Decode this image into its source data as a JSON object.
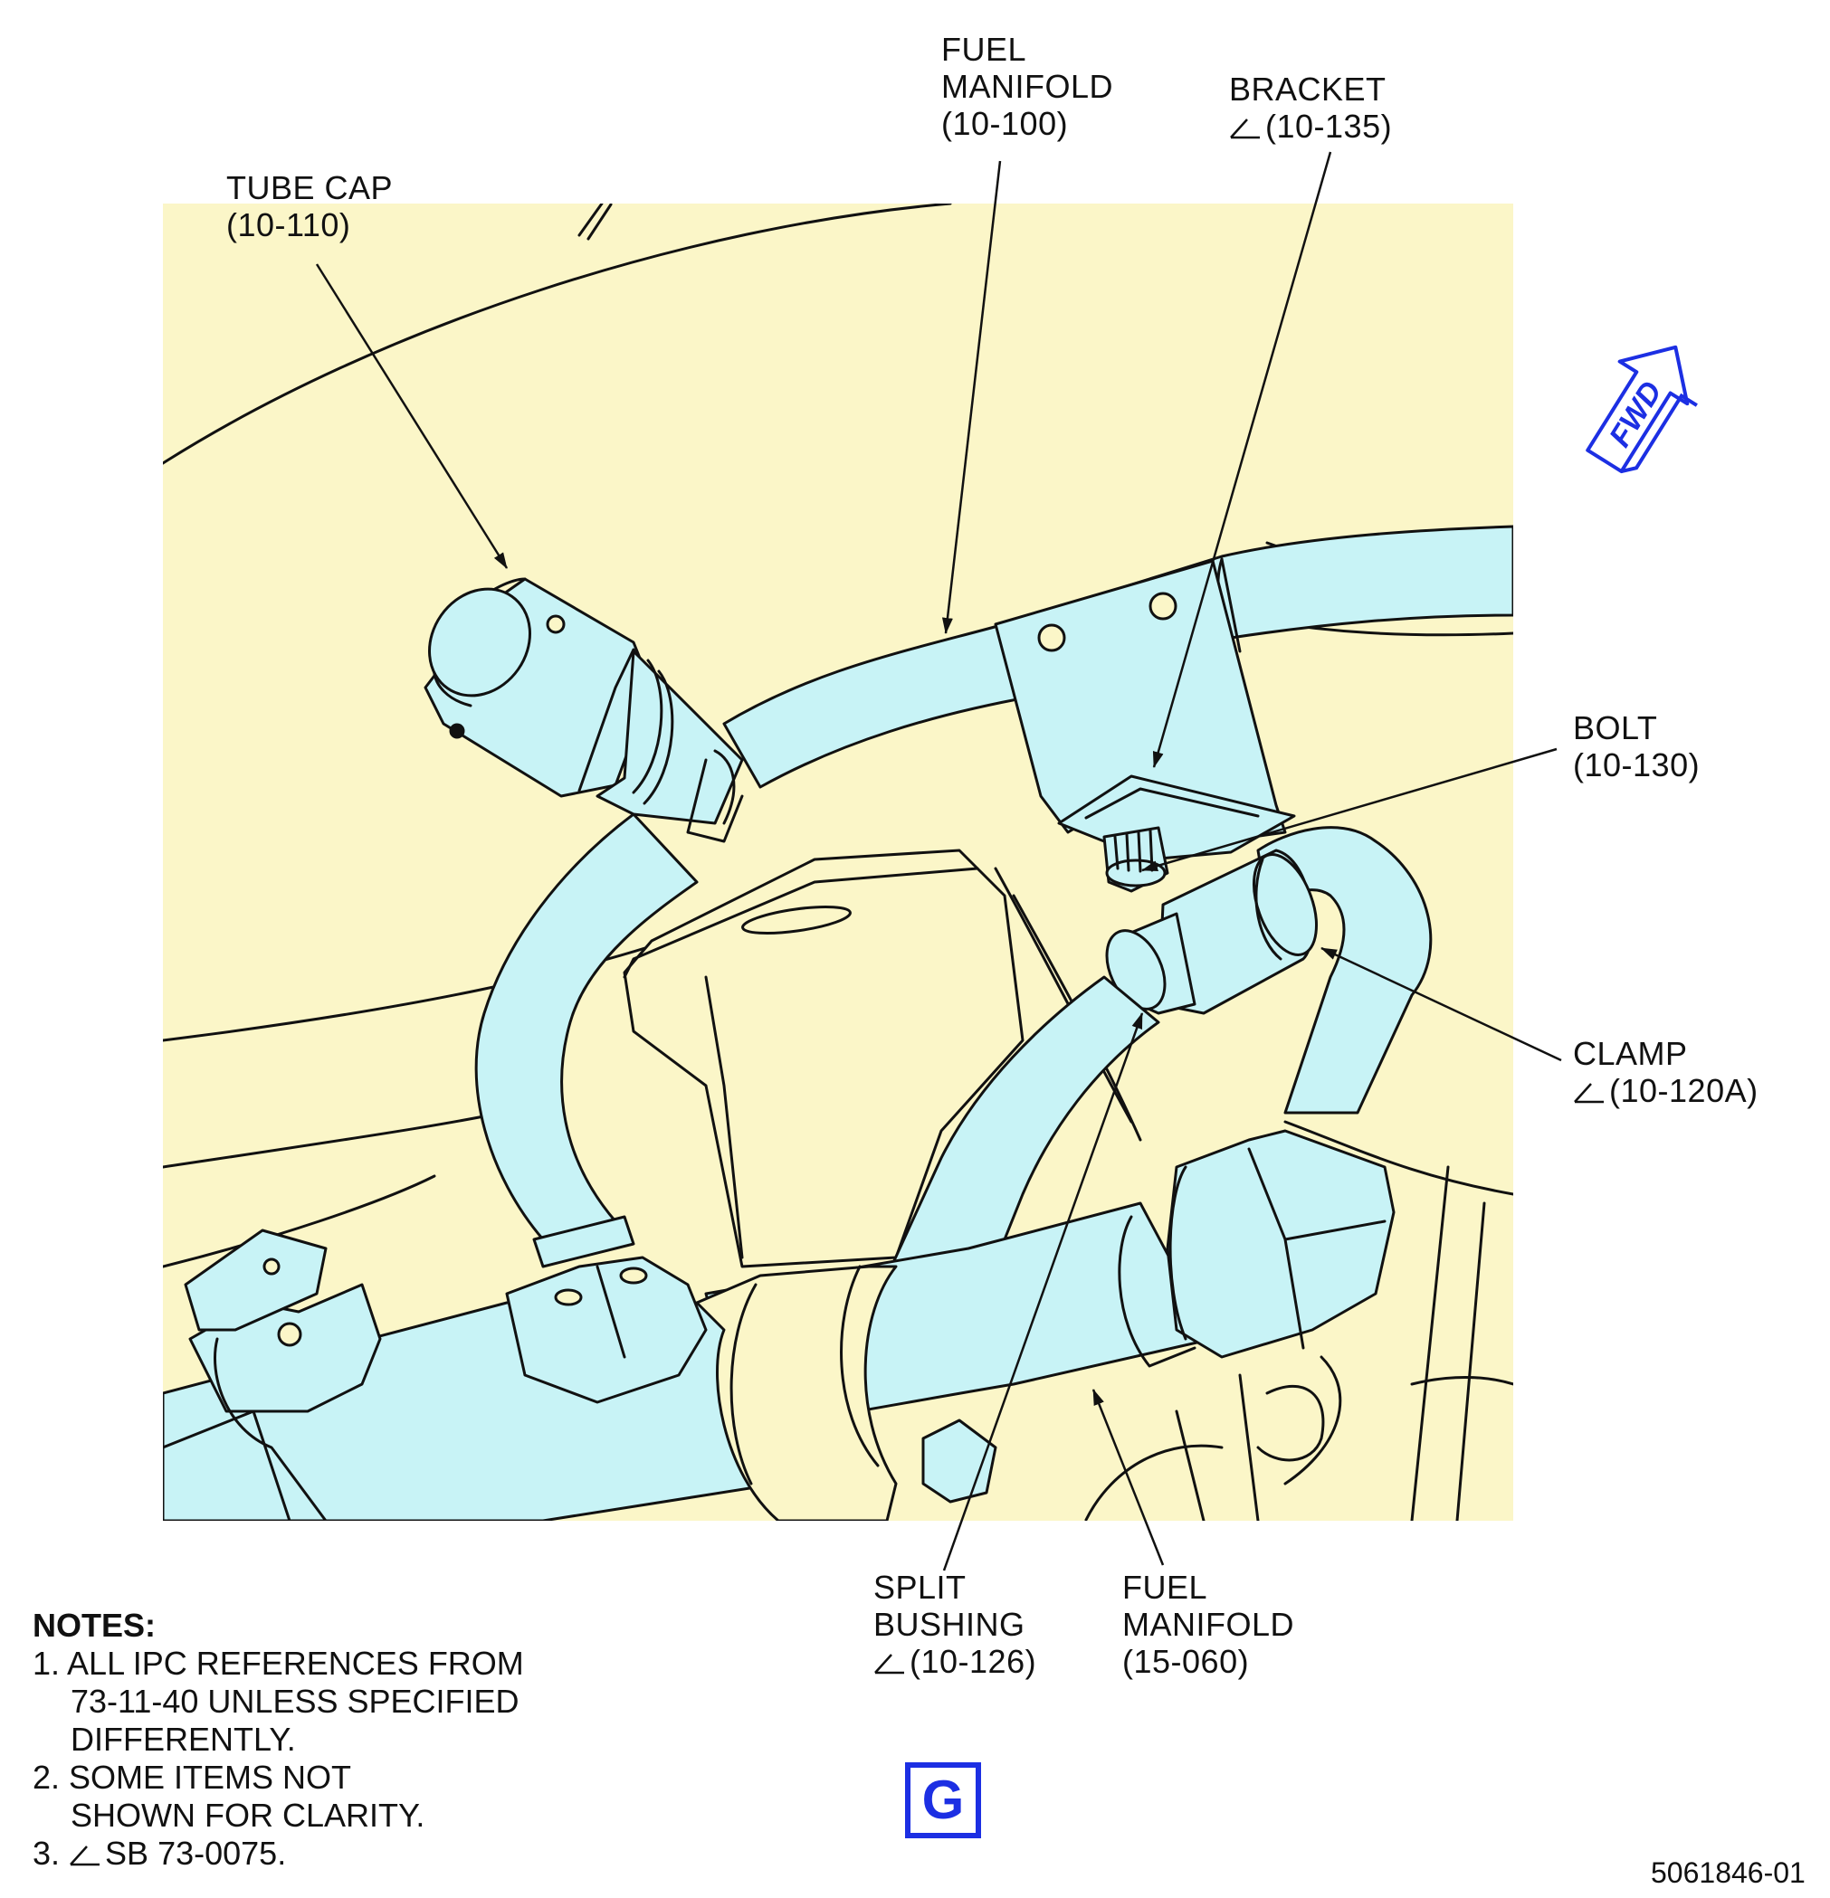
{
  "colors": {
    "background_panel": "#fbf6c8",
    "parts": "#c8f3f6",
    "outline": "#111111",
    "accent_blue": "#1c2fe3"
  },
  "icons": {
    "fwd_arrow": "fwd-arrow-icon",
    "sb_marker": "sb-triangle-icon"
  },
  "fwd_text": "FWD",
  "labels": {
    "tube_cap": {
      "line1": "TUBE CAP",
      "line2": "(10-110)"
    },
    "fuel_manifold_top": {
      "line1": "FUEL",
      "line2": "MANIFOLD",
      "line3": "(10-100)"
    },
    "bracket": {
      "line1": "BRACKET",
      "line2": "(10-135)"
    },
    "bolt": {
      "line1": "BOLT",
      "line2": "(10-130)"
    },
    "clamp": {
      "line1": "CLAMP",
      "line2": "(10-120A)"
    },
    "split_bushing": {
      "line1": "SPLIT",
      "line2": "BUSHING",
      "line3": "(10-126)"
    },
    "fuel_manifold_bottom": {
      "line1": "FUEL",
      "line2": "MANIFOLD",
      "line3": "(15-060)"
    }
  },
  "notes": {
    "title": "NOTES:",
    "items": [
      {
        "n1": "1. ALL IPC REFERENCES FROM",
        "n2": "73-11-40 UNLESS SPECIFIED",
        "n3": "DIFFERENTLY."
      },
      {
        "n1": "2. SOME ITEMS NOT",
        "n2": "SHOWN FOR CLARITY."
      },
      {
        "n1": "3.",
        "n2": "SB 73-0075."
      }
    ]
  },
  "view_letter": "G",
  "figure_number": "5061846-01"
}
